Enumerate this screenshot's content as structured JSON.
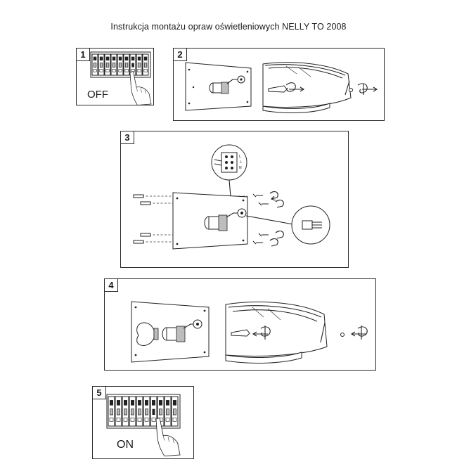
{
  "document": {
    "title": "Instrukcja montażu opraw oświetleniowych NELLY TO 2008"
  },
  "steps": [
    {
      "number": "1",
      "label": "OFF",
      "illustration": "breaker-panel-switch-off"
    },
    {
      "number": "2",
      "label": "",
      "illustration": "remove-cover-screw"
    },
    {
      "number": "3",
      "label": "",
      "illustration": "mount-plate-wiring",
      "terminal_labels": [
        "L",
        "N"
      ]
    },
    {
      "number": "4",
      "label": "",
      "illustration": "insert-bulb-attach-cover"
    },
    {
      "number": "5",
      "label": "ON",
      "illustration": "breaker-panel-switch-on"
    }
  ]
}
